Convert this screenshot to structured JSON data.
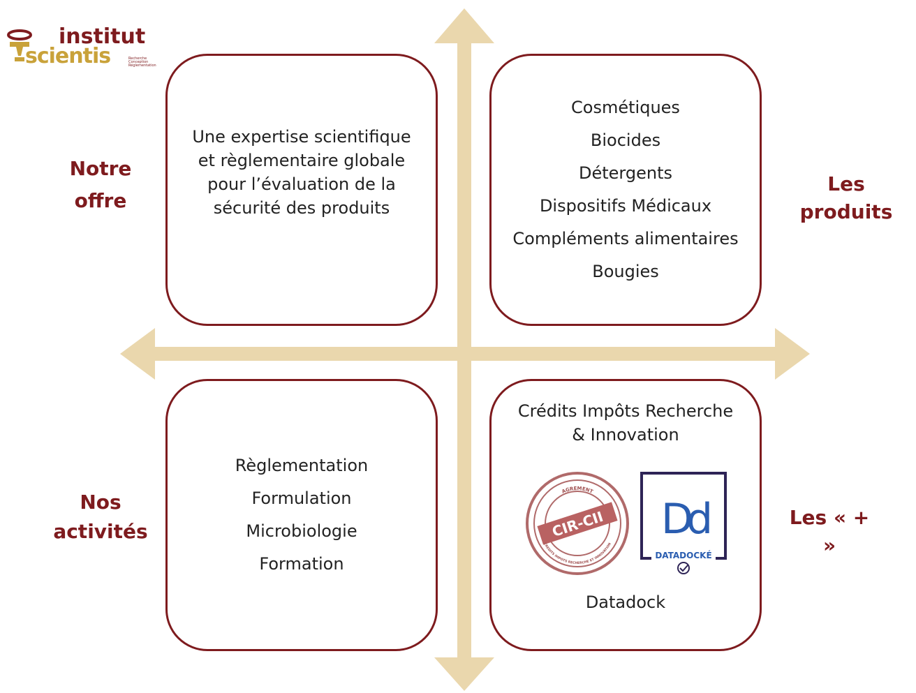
{
  "logo": {
    "word1": "institut",
    "word2": "scientis",
    "tagline": [
      "Recherche",
      "Conception",
      "Réglementation"
    ]
  },
  "labels": {
    "top_left": [
      "Notre",
      "offre"
    ],
    "top_right": "Les produits",
    "bottom_left": [
      "Nos",
      "activités"
    ],
    "bottom_right": "Les « + »"
  },
  "offre": {
    "lines": [
      "Une expertise scientifique",
      "et règlementaire globale",
      "pour l’évaluation de la",
      "sécurité des produits"
    ]
  },
  "produits": {
    "items": [
      "Cosmétiques",
      "Biocides",
      "Détergents",
      "Dispositifs Médicaux",
      "Compléments alimentaires",
      "Bougies"
    ]
  },
  "activites": {
    "items": [
      "Règlementation",
      "Formulation",
      "Microbiologie",
      "Formation"
    ]
  },
  "plus": {
    "heading": [
      "Crédits Impôts Recherche",
      "& Innovation"
    ],
    "cir_badge": {
      "top": "AGREMENT",
      "main": "CIR-CII",
      "bottom": "CREDITS IMPOTS RECHERCHE ET INNOVATION"
    },
    "datadock_badge": {
      "letters": "Dd",
      "text": "DATADOCKÉ"
    },
    "footer": "Datadock"
  },
  "colors": {
    "accent": "#7e1b1e",
    "axis": "#ead7ad",
    "logo_gold": "#c9a23a",
    "datadock_blue": "#2a5db0",
    "datadock_purple": "#2e2456"
  }
}
